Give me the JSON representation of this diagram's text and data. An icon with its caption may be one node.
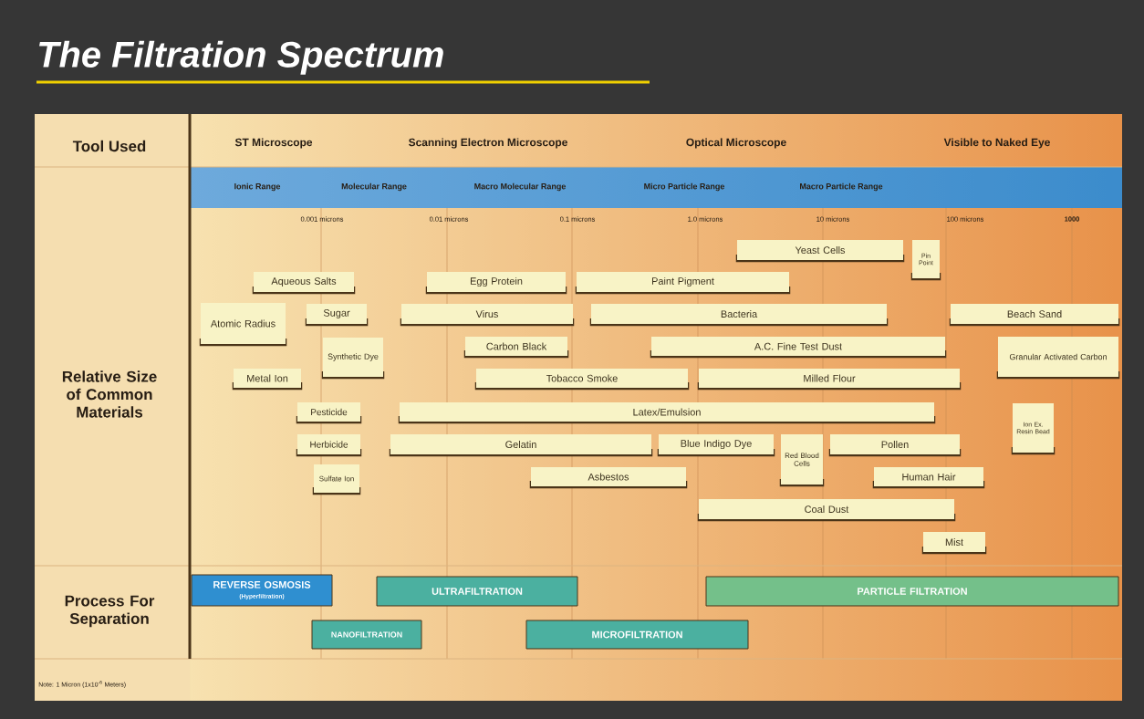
{
  "diagram": {
    "title": "The Filtration Spectrum",
    "nodes": [
      {
        "text": [
          "Yeast Cells"
        ]
      },
      {
        "text": [
          "Pin Point"
        ]
      },
      {
        "text": [
          "Aqueous Salts"
        ]
      },
      {
        "text": [
          "Egg Protein"
        ]
      },
      {
        "text": [
          "Paint Pigment"
        ]
      },
      {
        "text": [
          "Atomic Radius"
        ]
      },
      {
        "text": [
          "Sugar"
        ]
      },
      {
        "text": [
          "Virus"
        ]
      },
      {
        "text": [
          "Bacteria"
        ]
      },
      {
        "text": [
          "Beach Sand"
        ]
      },
      {
        "text": [
          "Synthetic Dye"
        ]
      },
      {
        "text": [
          "Carbon Black"
        ]
      },
      {
        "text": [
          "A.C. Fine Test Dust"
        ]
      },
      {
        "text": [
          "Granular Activated Carbon"
        ]
      },
      {
        "text": [
          "Metal Ion"
        ]
      },
      {
        "text": [
          "Tobacco Smoke"
        ]
      },
      {
        "text": [
          "Milled Flour"
        ]
      },
      {
        "text": [
          "Pesticide"
        ]
      },
      {
        "text": [
          "Latex/Emulsion"
        ]
      },
      {
        "text": [
          "Ion Ex. Resin Bead"
        ]
      },
      {
        "text": [
          "Herbicide"
        ]
      },
      {
        "text": [
          "Gelatin"
        ]
      },
      {
        "text": [
          "Blue Indigo Dye"
        ]
      },
      {
        "text": [
          "Red Blood Cells"
        ]
      },
      {
        "text": [
          "Pollen"
        ]
      },
      {
        "text": [
          "Sulfate Ion"
        ]
      },
      {
        "text": [
          "Asbestos"
        ]
      },
      {
        "text": [
          "Human Hair"
        ]
      },
      {
        "text": [
          "Coal Dust"
        ]
      },
      {
        "text": [
          "Mist"
        ]
      },
      {
        "text": [
          "REVERSE OSMOSIS",
          "(Hyperfiltration)"
        ]
      },
      {
        "text": [
          "ULTRAFILTRATION"
        ]
      },
      {
        "text": [
          "PARTICLE FILTRATION"
        ]
      },
      {
        "text": [
          "NANOFILTRATION"
        ]
      },
      {
        "text": [
          "MICROFILTRATION"
        ]
      }
    ],
    "labels": [
      "Tool Used",
      "ST Microscope",
      "Scanning Electron Microscope",
      "Optical Microscope",
      "Visible to Naked Eye",
      "Ionic Range",
      "Molecular Range",
      "Macro Molecular Range",
      "Micro Particle Range",
      "Macro Particle Range",
      "0.001 microns",
      "0.01 microns",
      "0.1 microns",
      "1.0 microns",
      "10 microns",
      "100 microns",
      "1000",
      "Relative Size of Common Materials",
      "Process For Separation",
      "Note: 1 Micron (1x10$^{-6}$ Meters)"
    ]
  }
}
